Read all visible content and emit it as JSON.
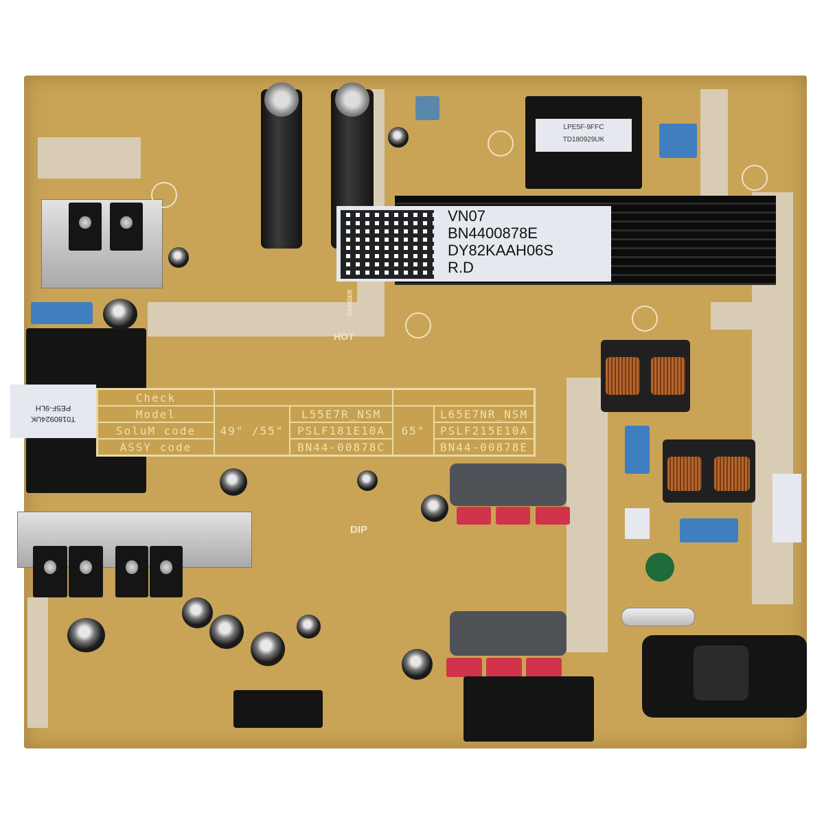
{
  "main_label": {
    "lines": [
      "VN07",
      "BN4400878E",
      "DY82KAAH06S",
      "R.D"
    ]
  },
  "check_table": {
    "headers": [
      "Check",
      "Model",
      "SoluM code",
      "ASSY code"
    ],
    "size_a": "49\" /55\"",
    "size_b": "65\"",
    "col_a": [
      "L55E7R_NSM",
      "PSLF181E10A",
      "BN44-00878C"
    ],
    "col_b": [
      "L65E7NR_NSM",
      "PSLF215E10A",
      "BN44-00878E"
    ]
  },
  "transformer_top_label": [
    "LPE5F-9FFC",
    "TD180929UK"
  ],
  "transformer_left_label": [
    "PE5F-9LH",
    "T0180924UK"
  ],
  "silkscreen": {
    "hot": "HOT",
    "dip": "DIP",
    "danger": "DANGER"
  }
}
